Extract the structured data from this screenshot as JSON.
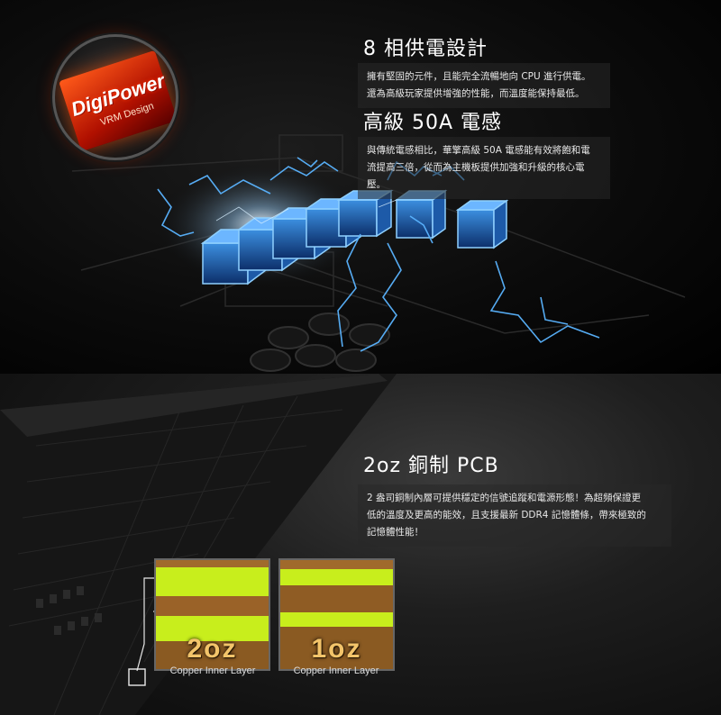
{
  "logo": {
    "brand_text": "DigiPower",
    "sub_text": "VRM Design"
  },
  "section_power": {
    "title": "8 相供電設計",
    "description_lines": [
      "擁有堅固的元件，且能完全流暢地向 CPU 進行供電。",
      "還為高級玩家提供增強的性能，而溫度能保持最低。"
    ]
  },
  "section_choke": {
    "title": "高級 50A 電感",
    "description_lines": [
      "與傳統電感相比，華擎高級 50A 電感能有效將飽和電",
      "流提高三倍，從而為主機板提供加強和升級的核心電",
      "壓。"
    ]
  },
  "section_pcb": {
    "title": "2oz 銅制 PCB",
    "description_lines": [
      "2 盎司銅制內層可提供穩定的信號追蹤和電源形態！為超頻保證更",
      "低的溫度及更高的能效，且支援最新 DDR4 記憶體條，帶來極致的",
      "記憶體性能！"
    ]
  },
  "samples": [
    {
      "label": "2oz",
      "caption": "Copper Inner Layer"
    },
    {
      "label": "1oz",
      "caption": "Copper Inner Layer"
    }
  ],
  "colors": {
    "copper_highlight": "#c8ee1c",
    "substrate": "#8a5a22",
    "glow_blue": "#4aa8ff",
    "label_gold": "#f3c46a"
  }
}
